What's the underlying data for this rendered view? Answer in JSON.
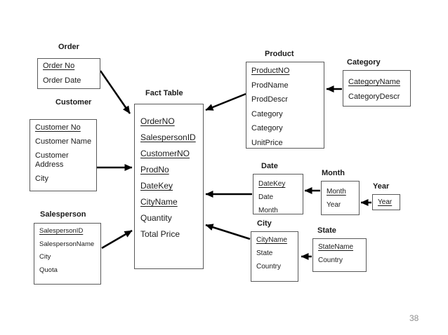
{
  "slide": {
    "page_number": "38",
    "colors": {
      "background": "#ffffff",
      "box_border": "#595959",
      "text": "#1a1a1a",
      "arrow": "#000000",
      "page_number": "#8f8f8f"
    }
  },
  "diagram": {
    "type": "snowflake-schema",
    "entities": [
      {
        "id": "order",
        "title": "Order",
        "fields": [
          {
            "text": "Order No",
            "key": true
          },
          {
            "text": "Order Date",
            "key": false
          }
        ]
      },
      {
        "id": "customer",
        "title": "Customer",
        "fields": [
          {
            "text": "Customer No",
            "key": true
          },
          {
            "text": "Customer Name",
            "key": false
          },
          {
            "text": "Customer Address",
            "key": false
          },
          {
            "text": "City",
            "key": false
          }
        ]
      },
      {
        "id": "salesperson",
        "title": "Salesperson",
        "fields": [
          {
            "text": "SalespersonID",
            "key": true
          },
          {
            "text": "SalespersonName",
            "key": false
          },
          {
            "text": "City",
            "key": false
          },
          {
            "text": "Quota",
            "key": false
          }
        ]
      },
      {
        "id": "fact",
        "title": "Fact Table",
        "fields": [
          {
            "text": "OrderNO",
            "key": true
          },
          {
            "text": "SalespersonID",
            "key": true
          },
          {
            "text": "CustomerNO",
            "key": true
          },
          {
            "text": "ProdNo",
            "key": true
          },
          {
            "text": "DateKey",
            "key": true
          },
          {
            "text": "CityName",
            "key": true
          },
          {
            "text": "Quantity",
            "key": false
          },
          {
            "text": "Total Price",
            "key": false
          }
        ]
      },
      {
        "id": "product",
        "title": "Product",
        "fields": [
          {
            "text": "ProductNO",
            "key": true
          },
          {
            "text": "ProdName",
            "key": false
          },
          {
            "text": "ProdDescr",
            "key": false
          },
          {
            "text": "Category",
            "key": false
          },
          {
            "text": "Category",
            "key": false
          },
          {
            "text": "UnitPrice",
            "key": false
          }
        ]
      },
      {
        "id": "category",
        "title": "Category",
        "fields": [
          {
            "text": "CategoryName",
            "key": true
          },
          {
            "text": "CategoryDescr",
            "key": false
          }
        ]
      },
      {
        "id": "date",
        "title": "Date",
        "fields": [
          {
            "text": "DateKey",
            "key": true
          },
          {
            "text": "Date",
            "key": false
          },
          {
            "text": "Month",
            "key": false
          }
        ]
      },
      {
        "id": "month",
        "title": "Month",
        "fields": [
          {
            "text": "Month",
            "key": true
          },
          {
            "text": "Year",
            "key": false
          }
        ]
      },
      {
        "id": "year",
        "title": "Year",
        "fields": [
          {
            "text": "Year",
            "key": true
          }
        ]
      },
      {
        "id": "city",
        "title": "City",
        "fields": [
          {
            "text": "CityName",
            "key": true
          },
          {
            "text": "State",
            "key": false
          },
          {
            "text": "Country",
            "key": false
          }
        ]
      },
      {
        "id": "state",
        "title": "State",
        "fields": [
          {
            "text": "StateName",
            "key": true
          },
          {
            "text": "Country",
            "key": false
          }
        ]
      }
    ],
    "relationships": [
      {
        "from": "Order",
        "to": "Fact Table"
      },
      {
        "from": "Customer",
        "to": "Fact Table"
      },
      {
        "from": "Salesperson",
        "to": "Fact Table"
      },
      {
        "from": "Product",
        "to": "Fact Table"
      },
      {
        "from": "Category",
        "to": "Product"
      },
      {
        "from": "Date",
        "to": "Fact Table"
      },
      {
        "from": "Month",
        "to": "Date"
      },
      {
        "from": "Year",
        "to": "Month"
      },
      {
        "from": "City",
        "to": "Fact Table"
      },
      {
        "from": "State",
        "to": "City"
      }
    ]
  }
}
